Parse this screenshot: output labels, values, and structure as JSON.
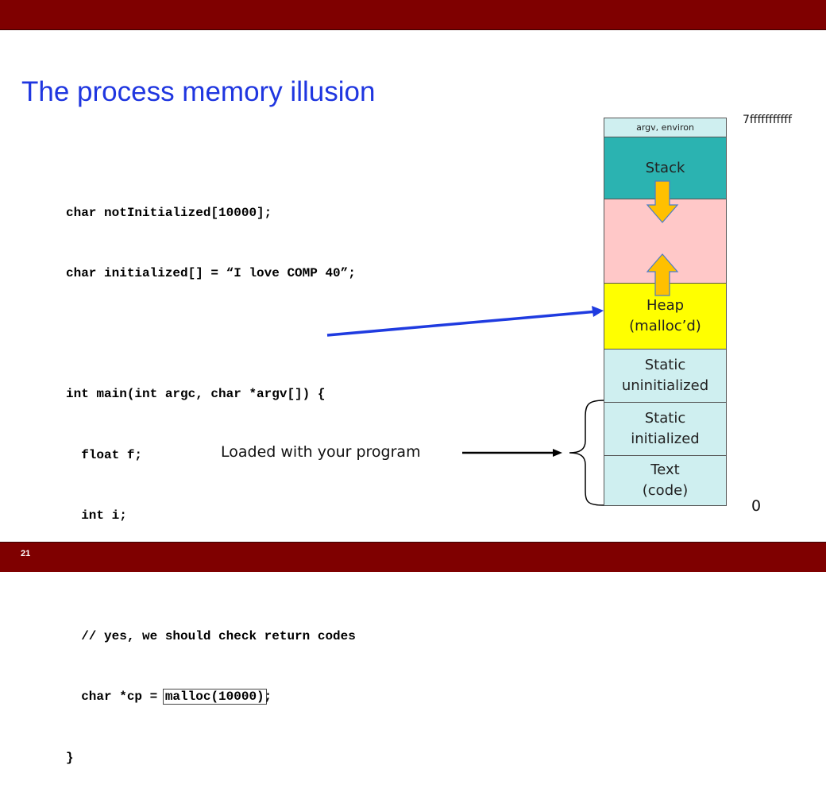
{
  "slide": {
    "title": "The process memory illusion",
    "page_number": "21"
  },
  "code_lines": [
    "char notInitialized[10000];",
    "char initialized[] = “I love COMP 40”;",
    "",
    "int main(int argc, char *argv[]) {",
    "  float f;",
    "  int i;",
    "",
    "  // yes, we should check return codes",
    "  char *cp = ",
    "}"
  ],
  "code_highlight": {
    "text": "malloc(10000)",
    "after": ";"
  },
  "memory": {
    "top_address": "7fffffffffff",
    "bottom_address": "0",
    "segments": {
      "argv": "argv, environ",
      "stack": "Stack",
      "gap": "",
      "heap": "Heap\n(malloc’d)",
      "static_uninit": "Static\nuninitialized",
      "static_init": "Static\ninitialized",
      "text": "Text\n(code)"
    },
    "colors": {
      "argv": "#cfeff0",
      "stack": "#2bb3b1",
      "gap": "#ffc8c8",
      "heap": "#ffff00",
      "static": "#cfeff0",
      "arrow_fill": "#ffc000",
      "pointer_arrow": "#1f3be0"
    }
  },
  "annotation": {
    "loaded_label": "Loaded with your program"
  }
}
